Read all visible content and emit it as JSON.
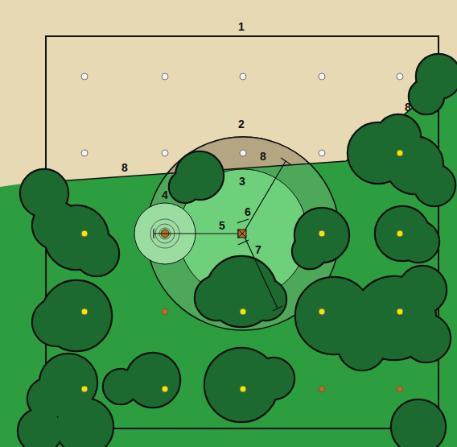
{
  "diagram": {
    "labels": [
      "1",
      "2",
      "3",
      "4",
      "5",
      "6",
      "7",
      "8",
      "8",
      "8"
    ]
  }
}
